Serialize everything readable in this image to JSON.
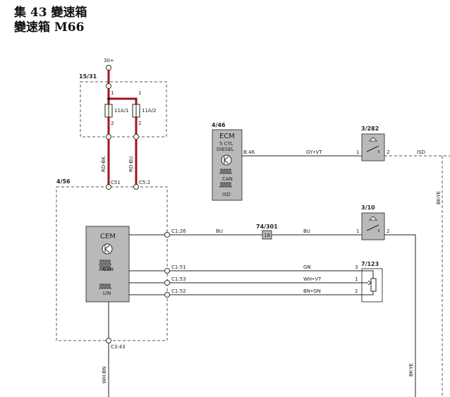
{
  "header": {
    "title_line1": "集 43  變速箱",
    "title_line2": "變速箱 M66"
  },
  "supply": {
    "label": "30+"
  },
  "fuse_box": {
    "ref": "15/31",
    "pin_top_left": "1",
    "pin_top_right": "1",
    "pin_bottom_left": "2",
    "pin_bottom_right": "2",
    "fuse_left": "11A/1",
    "fuse_right": "11A/2"
  },
  "wires": {
    "rd_bk": "RD-BK",
    "rd_bu": "RD-BU",
    "gy_vt": "GY•VT",
    "bu_a": "BU",
    "bu_b": "BU",
    "gn": "GN",
    "wh_vt": "WH•VT",
    "bn_gn": "BN•GN",
    "wh_bn": "WH-BN",
    "bk_ye_top": "BK-YE",
    "bk_ye_bottom": "BK-YE",
    "isd": "ISD"
  },
  "cem_box": {
    "ref": "4/56",
    "title": "CEM",
    "can": "CAN",
    "lin": "LIN",
    "c51": "C51",
    "c52": "C5:2",
    "c126": "C1:26",
    "c151": "C1:51",
    "c153": "C1:53",
    "c152": "C1:52",
    "c343": "C3:43"
  },
  "ecm_box": {
    "ref": "4/46",
    "title": "ECM",
    "line1": "5 CYL",
    "line2": "DIESEL",
    "can": "CAN",
    "isd": "ISD",
    "pin": "B:46"
  },
  "switch_282": {
    "ref": "3/282",
    "pin1": "1",
    "pin2": "2"
  },
  "switch_10": {
    "ref": "3/10",
    "pin1": "1",
    "pin2": "2"
  },
  "splice": {
    "ref": "74/301",
    "num": "18"
  },
  "sensor": {
    "ref": "7/123",
    "pin3": "3",
    "pin1": "1",
    "pin2": "2"
  }
}
